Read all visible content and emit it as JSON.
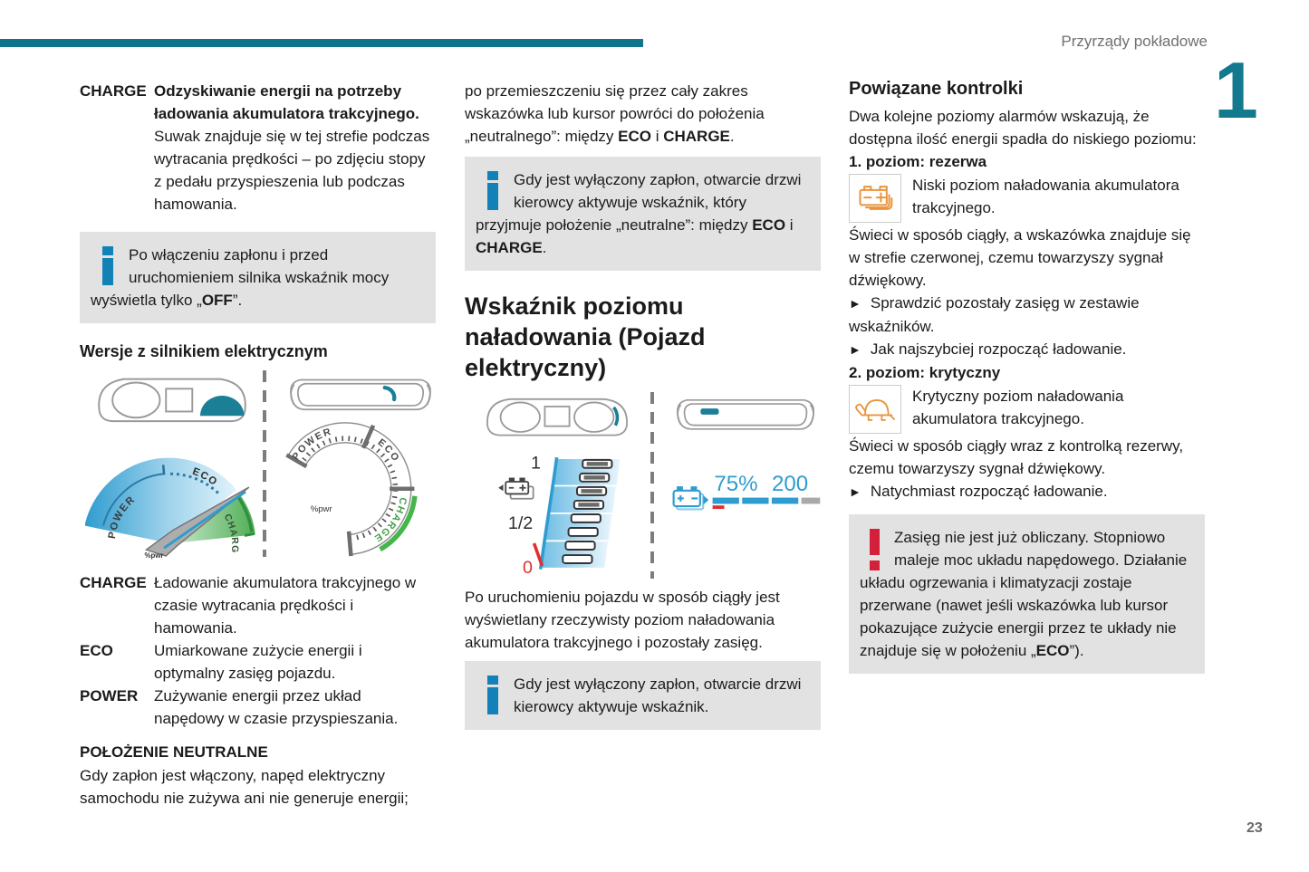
{
  "page": {
    "header": "Przyrządy pokładowe",
    "chapter_number": "1",
    "page_number": "23",
    "bullet_char": "►",
    "colors": {
      "accent_teal": "#12748b",
      "info_blue": "#1181b8",
      "warning_red": "#d5203c",
      "icon_orange": "#e9953d",
      "gauge_blue": "#2f9cd0",
      "gauge_green": "#45b649",
      "box_gray": "#e2e2e2"
    }
  },
  "col1": {
    "def1": {
      "term": "CHARGE",
      "lead": "Odzyskiwanie energii na potrzeby ładowania akumulatora trakcyjnego.",
      "body": "Suwak znajduje się w tej strefie podczas wytracania prędkości – po zdjęciu stopy z pedału przyspieszenia lub podczas hamowania."
    },
    "info1": [
      {
        "t": "Po włączeniu zapłonu i przed uruchomieniem silnika wskaźnik mocy wyświetla tylko „",
        "b": false
      },
      {
        "t": "OFF",
        "b": true
      },
      {
        "t": "”.",
        "b": false
      }
    ],
    "h3": "Wersje z silnikiem elektrycznym",
    "gauge_labels": {
      "power": "POWER",
      "eco": "ECO",
      "charge": "CHARGE",
      "pwr": "%pwr"
    },
    "defs": [
      {
        "term": "CHARGE",
        "desc": "Ładowanie akumulatora trakcyjnego w czasie wytracania prędkości i hamowania."
      },
      {
        "term": "ECO",
        "desc": "Umiarkowane zużycie energii i optymalny zasięg pojazdu."
      },
      {
        "term": "POWER",
        "desc": "Zużywanie energii przez układ napędowy w czasie przyspieszania."
      }
    ],
    "h4": "POŁOŻENIE NEUTRALNE",
    "para": "Gdy zapłon jest włączony, napęd elektryczny samochodu nie zużywa ani nie generuje energii;"
  },
  "col2": {
    "para1": [
      {
        "t": "po przemieszczeniu się przez cały zakres wskazówka lub kursor powróci do położenia „neutralnego”: między ",
        "b": false
      },
      {
        "t": "ECO",
        "b": true
      },
      {
        "t": " i ",
        "b": false
      },
      {
        "t": "CHARGE",
        "b": true
      },
      {
        "t": ".",
        "b": false
      }
    ],
    "info1": [
      {
        "t": "Gdy jest wyłączony zapłon, otwarcie drzwi kierowcy aktywuje wskaźnik, który przyjmuje położenie „neutralne”: między ",
        "b": false
      },
      {
        "t": "ECO",
        "b": true
      },
      {
        "t": " i ",
        "b": false
      },
      {
        "t": "CHARGE",
        "b": true
      },
      {
        "t": ".",
        "b": false
      }
    ],
    "h2": "Wskaźnik poziomu naładowania (Pojazd elektryczny)",
    "battery_gauge": {
      "full": "1",
      "half": "1/2",
      "empty": "0"
    },
    "range_display": {
      "percent": "75%",
      "range": "200"
    },
    "para2": "Po uruchomieniu pojazdu w sposób ciągły jest wyświetlany rzeczywisty poziom naładowania akumulatora trakcyjnego i pozostały zasięg.",
    "info2": "Gdy jest wyłączony zapłon, otwarcie drzwi kierowcy aktywuje wskaźnik."
  },
  "col3": {
    "h3": "Powiązane kontrolki",
    "intro": "Dwa kolejne poziomy alarmów wskazują, że dostępna ilość energii spadła do niskiego poziomu:",
    "level1_title": "1. poziom: rezerwa",
    "level1_icon_desc": "Niski poziom naładowania akumulatora trakcyjnego.",
    "level1_para": "Świeci w sposób ciągły, a wskazówka znajduje się w strefie czerwonej, czemu towarzyszy sygnał dźwiękowy.",
    "bullets1": [
      "Sprawdzić pozostały zasięg w zestawie wskaźników.",
      "Jak najszybciej rozpocząć ładowanie."
    ],
    "level2_title": "2. poziom: krytyczny",
    "level2_icon_desc": "Krytyczny poziom naładowania akumulatora trakcyjnego.",
    "level2_para": "Świeci w sposób ciągły wraz z kontrolką rezerwy, czemu towarzyszy sygnał dźwiękowy.",
    "bullet3": "Natychmiast rozpocząć ładowanie.",
    "warning": [
      {
        "t": "Zasięg nie jest już obliczany. Stopniowo maleje moc układu napędowego. Działanie układu ogrzewania i klimatyzacji zostaje przerwane (nawet jeśli wskazówka lub kursor pokazujące zużycie energii przez te układy nie znajduje się w położeniu „",
        "b": false
      },
      {
        "t": "ECO",
        "b": true
      },
      {
        "t": "”).",
        "b": false
      }
    ]
  }
}
